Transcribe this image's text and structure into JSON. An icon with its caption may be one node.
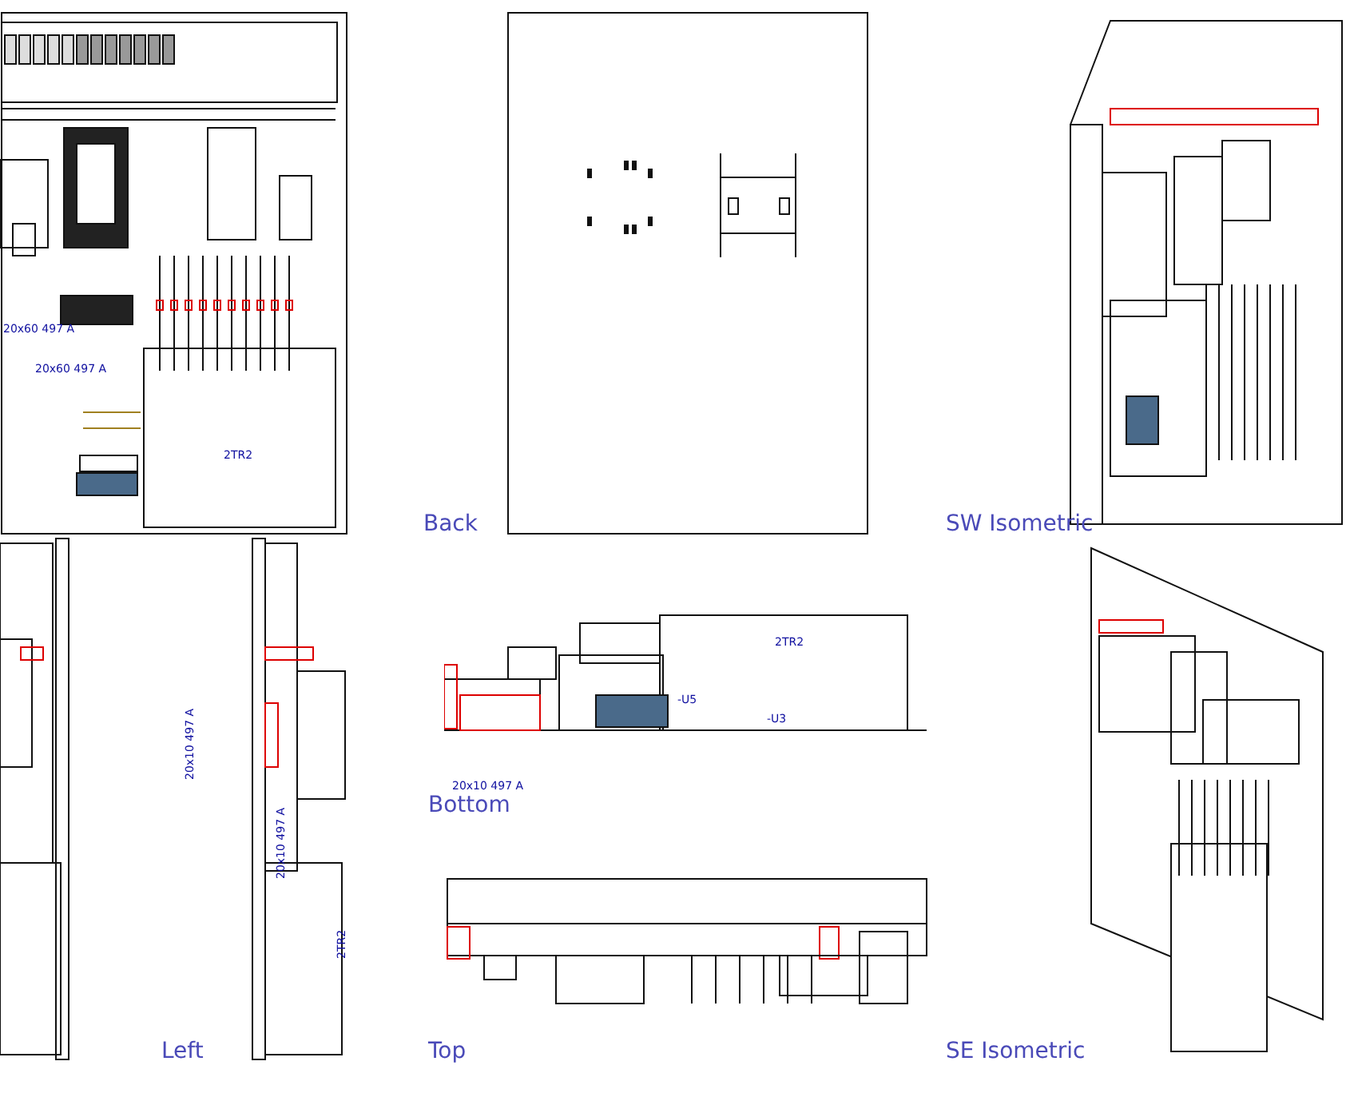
{
  "diagram": {
    "labels": [
      "20x60 497 A",
      "20x60 497 A",
      "2TR2",
      "Back",
      "SW Isometric",
      "20x10 497 A",
      "20x10 497 A",
      "2TR2",
      "2TR2",
      "-U5",
      "-U3",
      "20x10 497 A",
      "Bottom",
      "Left",
      "Top",
      "SE Isometric"
    ]
  }
}
